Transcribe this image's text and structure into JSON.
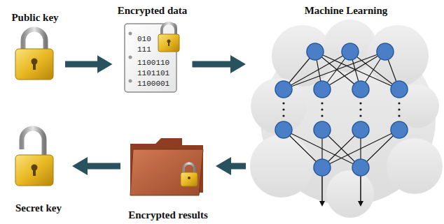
{
  "diagram": {
    "nodes": [
      {
        "text": [
          "Public key"
        ]
      },
      {
        "text": [
          "Encrypted data"
        ]
      },
      {
        "text": [
          "Machine Learning"
        ]
      },
      {
        "text": [
          "Encrypted results"
        ]
      },
      {
        "text": [
          "Secret key"
        ]
      }
    ],
    "edges": [
      {
        "from": 0,
        "to": 1,
        "arrow": "to"
      },
      {
        "from": 1,
        "to": 2,
        "arrow": "to"
      },
      {
        "from": 2,
        "to": 3,
        "arrow": "to"
      },
      {
        "from": 3,
        "to": 4,
        "arrow": "to"
      }
    ],
    "labels": [
      "010",
      "111",
      "1100110",
      "1101101",
      "1100001"
    ]
  }
}
